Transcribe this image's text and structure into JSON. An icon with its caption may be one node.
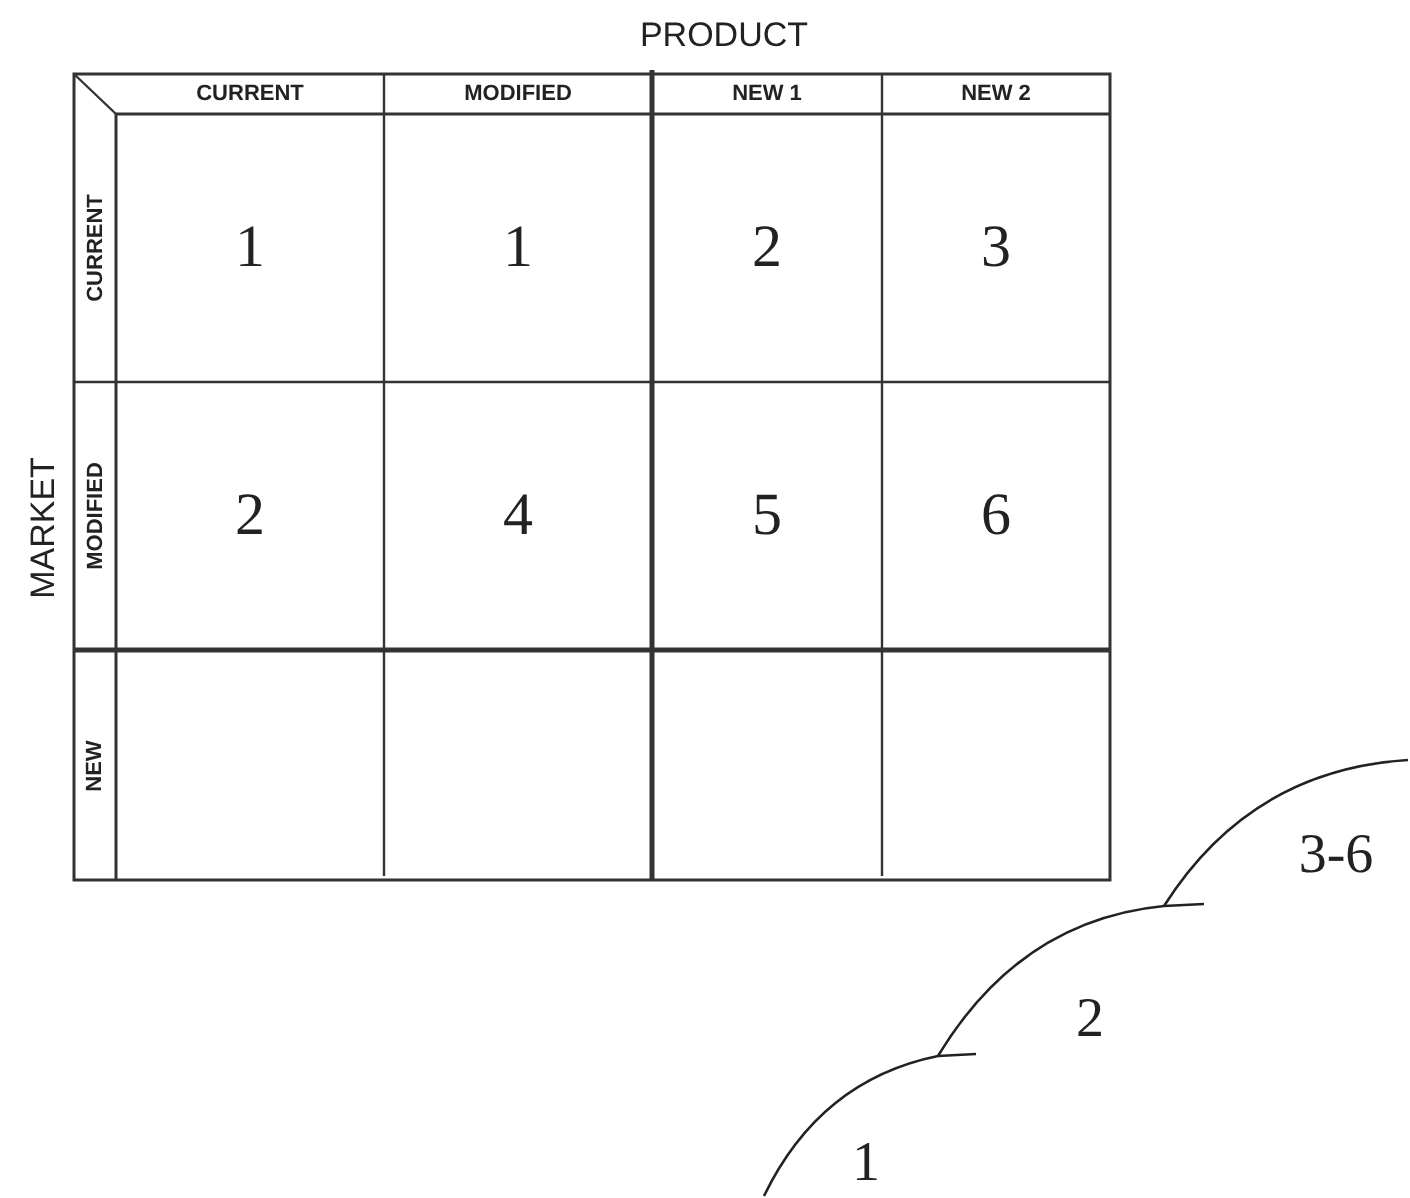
{
  "diagram": {
    "labels": [
      "PRODUCT",
      "CURRENT",
      "MODIFIED",
      "NEW 1",
      "NEW 2",
      "MARKET",
      "CURRENT",
      "1",
      "1",
      "2",
      "3",
      "MODIFIED",
      "2",
      "4",
      "5",
      "6",
      "NEW",
      "3-6",
      "2",
      "1"
    ]
  }
}
